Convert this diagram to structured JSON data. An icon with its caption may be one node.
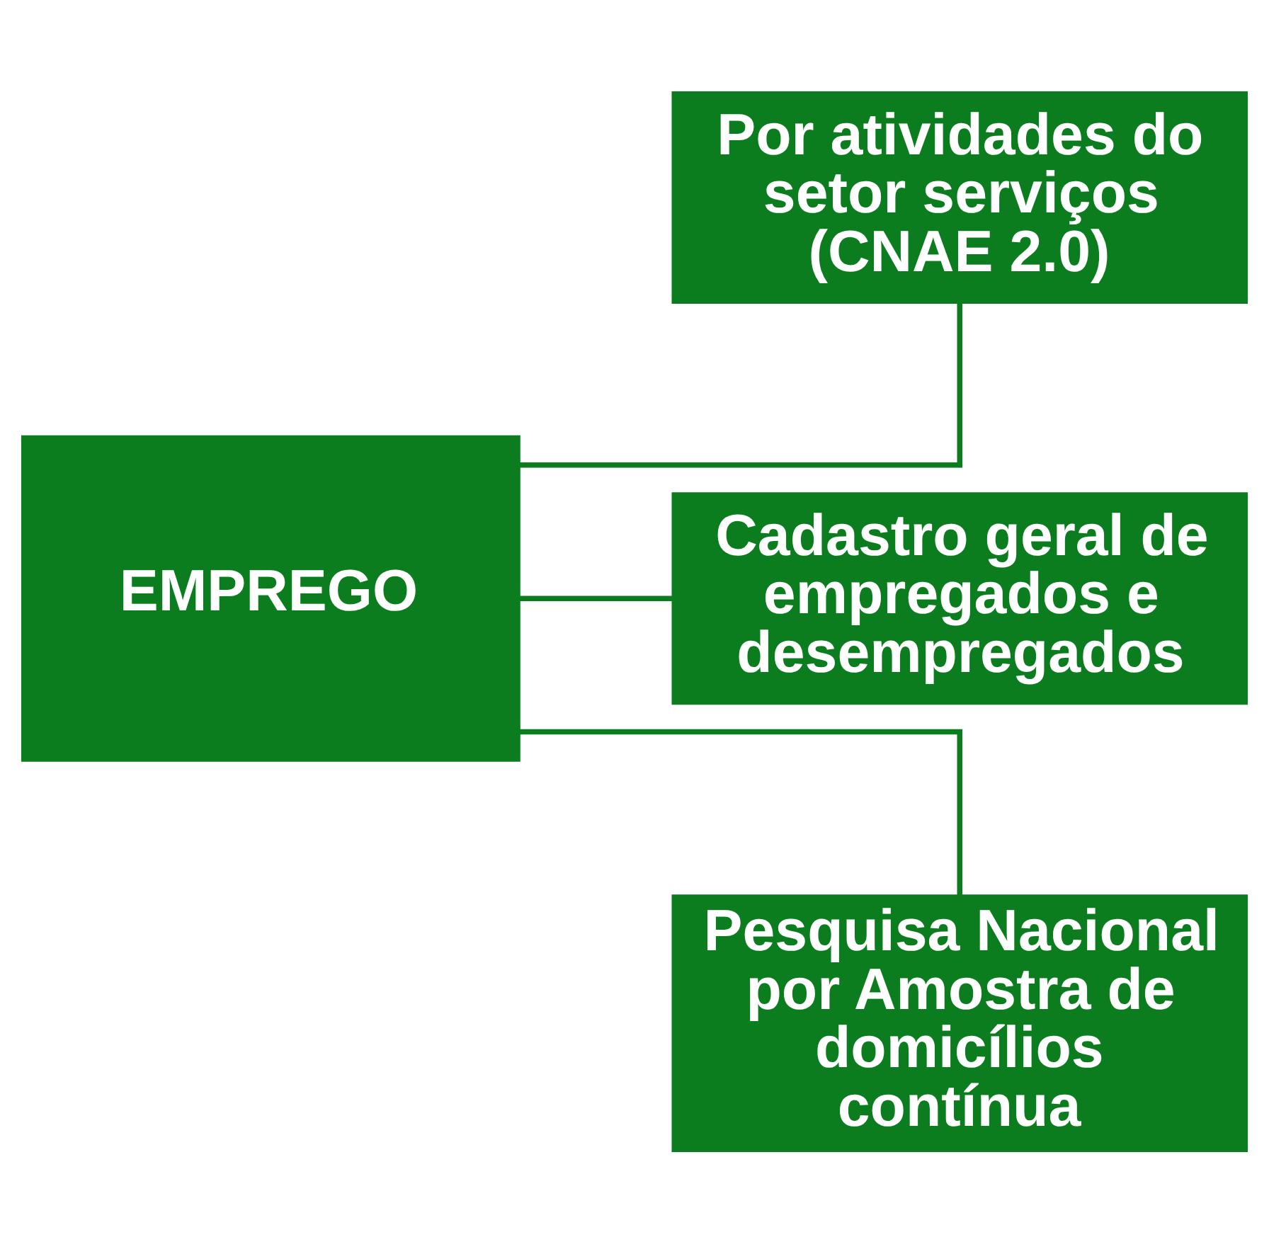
{
  "diagram": {
    "nodes": [
      {
        "text": [
          "EMPREGO"
        ]
      },
      {
        "text": [
          "Por atividades do setor serviços (CNAE 2.0)"
        ]
      },
      {
        "text": [
          "Cadastro geral de empregados e desempregados"
        ]
      },
      {
        "text": [
          "Pesquisa Nacional por Amostra de domicílios contínua"
        ]
      }
    ],
    "edges": [
      {
        "from": 0,
        "to": 1,
        "arrow": "none"
      },
      {
        "from": 0,
        "to": 2,
        "arrow": "none"
      },
      {
        "from": 0,
        "to": 3,
        "arrow": "none"
      }
    ]
  }
}
